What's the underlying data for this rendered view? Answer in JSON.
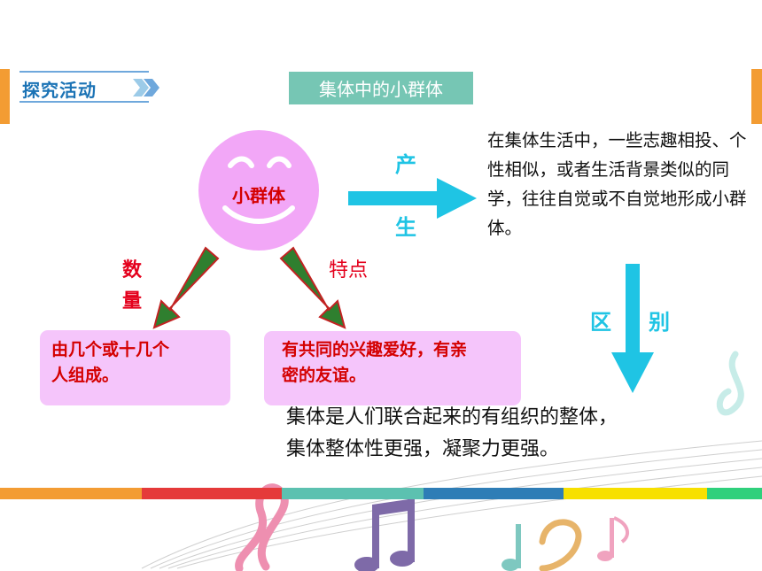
{
  "header": {
    "section_label": "探究活动",
    "topic": "集体中的小群体"
  },
  "circle": {
    "label": "小群体"
  },
  "arrow_labels": {
    "produce_top": "产",
    "produce_bottom": "生",
    "difference_left": "区",
    "difference_right": "别",
    "quantity_top": "数",
    "quantity_bottom": "量",
    "feature": "特点"
  },
  "formation_text": "在集体生活中，一些志趣相投、个性相似，或者生活背景类似的同学，往往自觉或不自觉地形成小群体。",
  "boxes": {
    "quantity": {
      "line1": "由几个或十几个",
      "line2": "人组成。"
    },
    "feature": {
      "line1": "有共同的兴趣爱好，有亲",
      "line2": "密的友谊。"
    }
  },
  "collective": {
    "line1": "集体是人们联合起来的有组织的整体，",
    "line2": "集体整体性更强，凝聚力更强。"
  },
  "colors": {
    "accent_orange": "#f39c33",
    "title_blue": "#1b73b5",
    "topic_green": "#76c6b4",
    "circle_pink": "#f2a7f7",
    "box_pink": "#f5c5fb",
    "red_text": "#d40000",
    "cyan_arrow": "#1fc4e4",
    "green_arrow": "#2f7f2f"
  },
  "stripe_colors": [
    "#f39c33",
    "#e53a3a",
    "#5cc1b0",
    "#2e7db6",
    "#f7e000",
    "#2fd07c"
  ]
}
